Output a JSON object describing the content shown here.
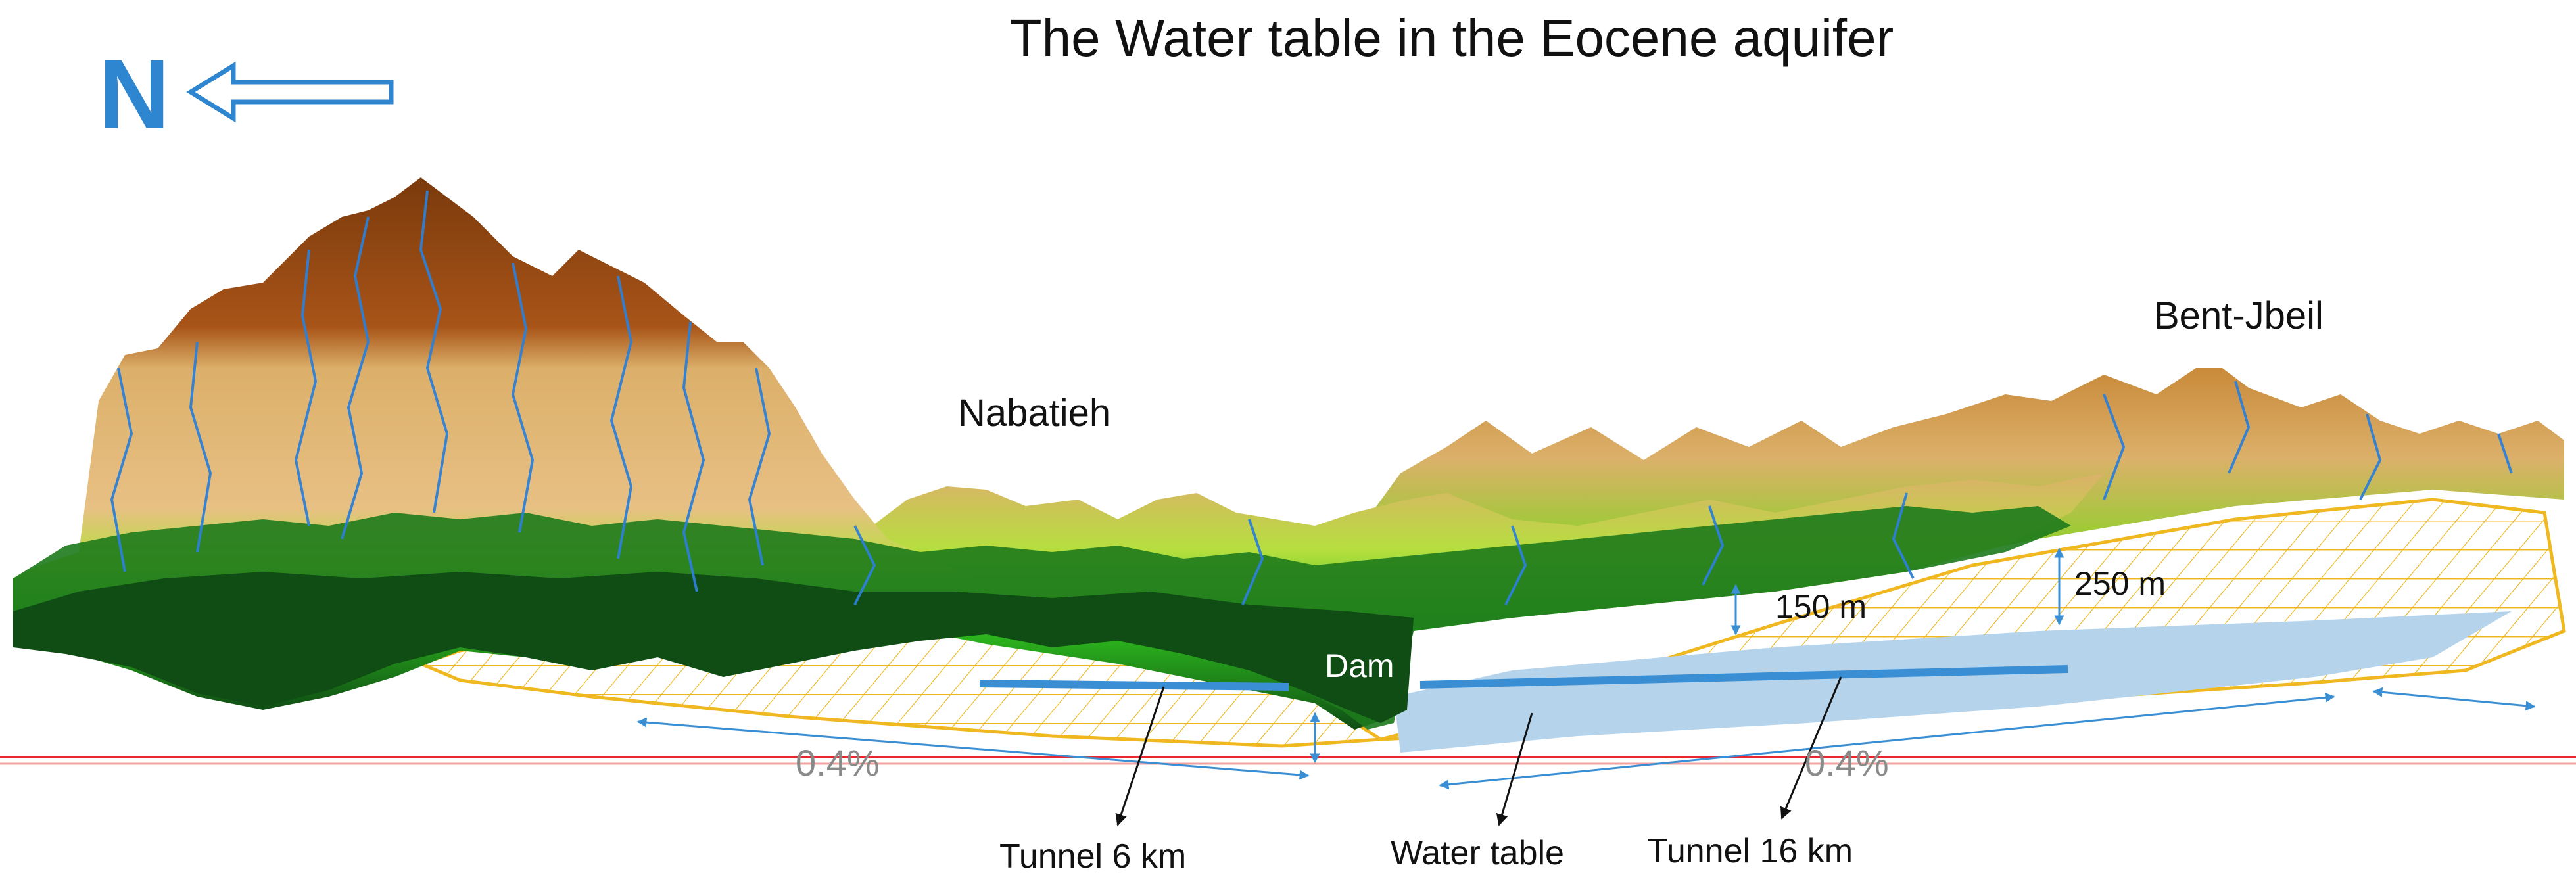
{
  "title": "The Water table in the Eocene aquifer",
  "north_label": "N",
  "places": {
    "nabatieh": "Nabatieh",
    "bent_jbeil": "Bent-Jbeil",
    "dam": "Dam"
  },
  "dimensions": {
    "d150": "150 m",
    "d250": "250 m"
  },
  "slopes": {
    "left": "0.4%",
    "right": "0.4%"
  },
  "callouts": {
    "tunnel6": "Tunnel 6 km",
    "water_table": "Water table",
    "tunnel16": "Tunnel 16 km"
  },
  "colors": {
    "north": "#2e86d0",
    "dimension_arrows": "#3a8fd4",
    "water_body": "#b5d4ec",
    "tunnel": "#3a8fd4",
    "grid": "#f0b820",
    "baseline": "#e8262c",
    "terrain_dark_green": "#0f4d14",
    "terrain_green": "#2fbf1e",
    "terrain_yellow_green": "#b6df3e",
    "terrain_tan": "#dcb06a",
    "terrain_brown": "#7a3a0c",
    "streams": "#2d7fd6"
  }
}
